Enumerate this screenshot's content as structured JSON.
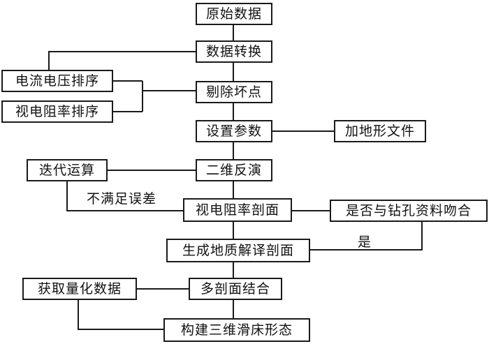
{
  "nodes": {
    "raw_data": "原始数据",
    "data_convert": "数据转换",
    "sort_current_voltage": "电流电压排序",
    "sort_apparent_resistivity": "视电阻率排序",
    "remove_bad_points": "剔除坏点",
    "set_parameters": "设置参数",
    "add_terrain_file": "加地形文件",
    "iterative_compute": "迭代运算",
    "inversion_2d": "二维反演",
    "resistivity_section": "视电阻率剖面",
    "borehole_match": "是否与钻孔资料吻合",
    "geologic_section": "生成地质解译剖面",
    "quantitative_data": "获取量化数据",
    "multi_section": "多剖面结合",
    "build_3d_form": "构建三维滑床形态"
  },
  "labels": {
    "error_not_met": "不满足误差",
    "yes": "是"
  },
  "colors": {
    "stroke": "#1a1a1a",
    "text": "#111111",
    "background": "#ffffff"
  }
}
